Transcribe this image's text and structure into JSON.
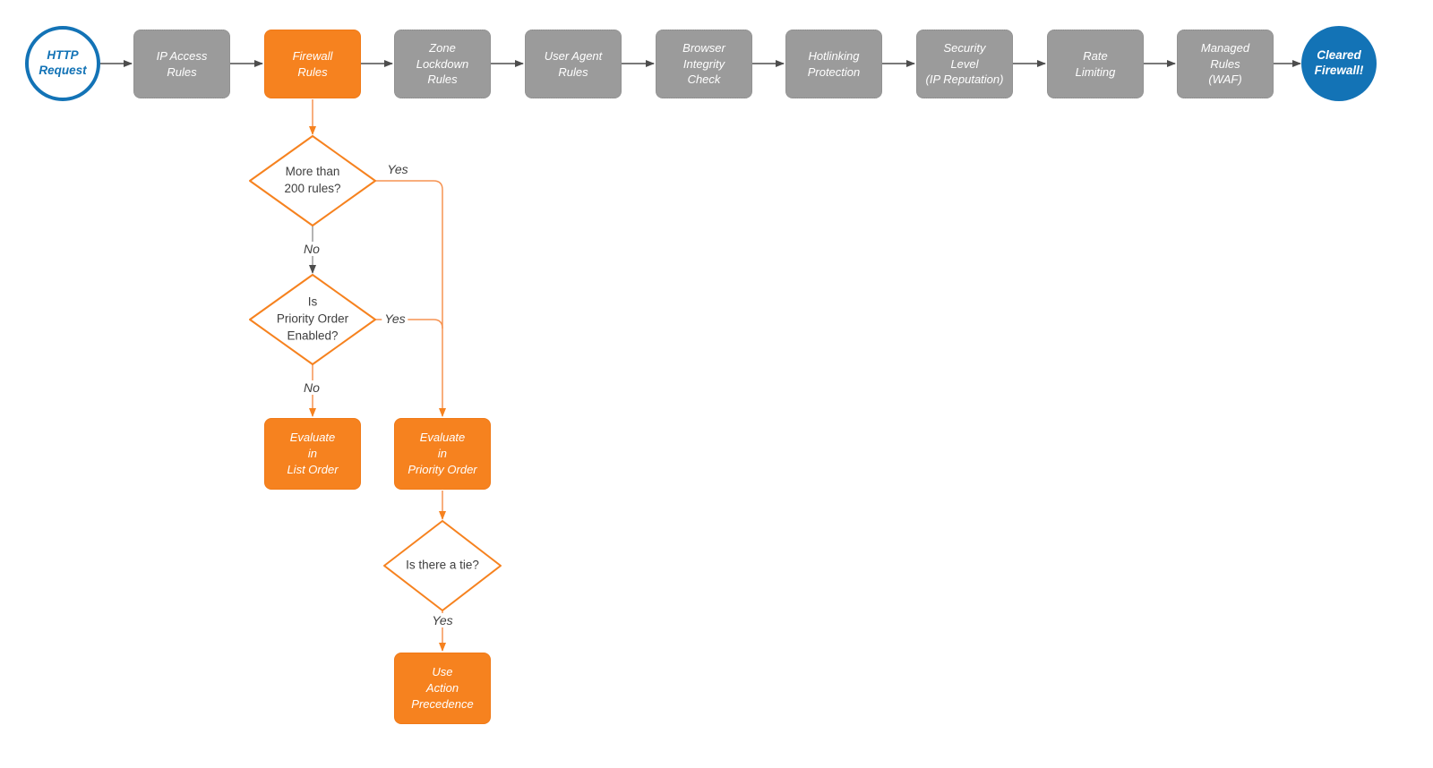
{
  "pipeline": {
    "start": {
      "label": "HTTP\nRequest"
    },
    "end": {
      "label": "Cleared\nFirewall!"
    },
    "stages": [
      {
        "label": "IP Access\nRules",
        "variant": "gray"
      },
      {
        "label": "Firewall\nRules",
        "variant": "orange"
      },
      {
        "label": "Zone\nLockdown\nRules",
        "variant": "gray"
      },
      {
        "label": "User Agent\nRules",
        "variant": "gray"
      },
      {
        "label": "Browser\nIntegrity\nCheck",
        "variant": "gray"
      },
      {
        "label": "Hotlinking\nProtection",
        "variant": "gray"
      },
      {
        "label": "Security\nLevel\n(IP Reputation)",
        "variant": "gray"
      },
      {
        "label": "Rate\nLimiting",
        "variant": "gray"
      },
      {
        "label": "Managed\nRules\n(WAF)",
        "variant": "gray"
      }
    ]
  },
  "decisions": {
    "more_than_200": {
      "label": "More than\n200 rules?",
      "yes_label": "Yes",
      "no_label": "No"
    },
    "priority_enabled": {
      "label": "Is\nPriority Order\nEnabled?",
      "yes_label": "Yes",
      "no_label": "No"
    },
    "tie": {
      "label": "Is there a tie?",
      "yes_label": "Yes"
    }
  },
  "actions": {
    "list_order": {
      "label": "Evaluate\nin\nList Order"
    },
    "priority_order": {
      "label": "Evaluate\nin\nPriority Order"
    },
    "action_precedence": {
      "label": "Use\nAction\nPrecedence"
    }
  },
  "colors": {
    "orange": "#F6821F",
    "gray_box": "#9B9B9B",
    "blue": "#1373B6",
    "connector_dark": "#4D4D4D",
    "connector_gray": "#9A9A9A",
    "connector_orange": "#F69352",
    "text_dark": "#3F3F3F",
    "node_text": "#FFFFFF"
  }
}
